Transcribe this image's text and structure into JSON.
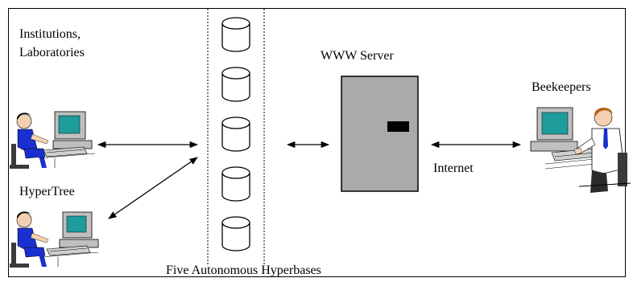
{
  "diagram": {
    "labels": {
      "institutions_line1": "Institutions,",
      "institutions_line2": "Laboratories",
      "hypertree": "HyperTree",
      "www_server": "WWW Server",
      "beekeepers": "Beekeepers",
      "internet": "Internet",
      "hyperbases": "Five Autonomous Hyperbases"
    },
    "icons": {
      "user_left_top": "woman-at-computer-icon",
      "user_left_bottom": "woman-at-computer-icon",
      "user_right": "man-at-computer-icon",
      "server": "server-tower-icon",
      "databases": "database-cylinder-icon"
    },
    "database_count": 5,
    "colors": {
      "server_fill": "#aaaaaa",
      "woman_clothing": "#1a2fcf",
      "man_shirt": "#ffffff",
      "monitor_screen": "#1e9c9c",
      "computer_body": "#bfbfbf"
    }
  }
}
